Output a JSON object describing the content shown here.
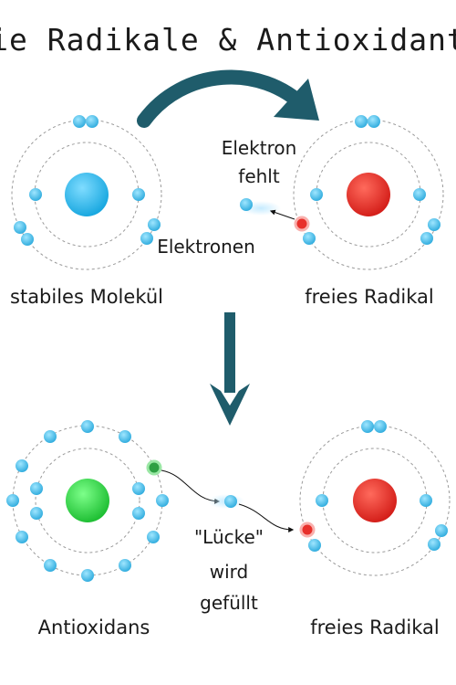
{
  "title": "Freie Radikale & Antioxidantien",
  "labels": {
    "stable_molecule": "stabiles Molekül",
    "free_radical_top": "freies Radikal",
    "antioxidant": "Antioxidans",
    "free_radical_bottom": "freies Radikal"
  },
  "annotations": {
    "electron_missing_line1": "Elektron",
    "electron_missing_line2": "fehlt",
    "electrons": "Elektronen",
    "gap_line1": "\"Lücke\"",
    "gap_line2": "wird",
    "gap_line3": "gefüllt"
  },
  "colors": {
    "electron": "#3cb6e3",
    "nucleus_stable": "#3cb6e3",
    "nucleus_radical": "#e8302b",
    "nucleus_antioxidant": "#2ecc40",
    "missing_electron": "#e8302b",
    "donated_electron": "#2ea043",
    "arrow": "#1f5c6b"
  }
}
